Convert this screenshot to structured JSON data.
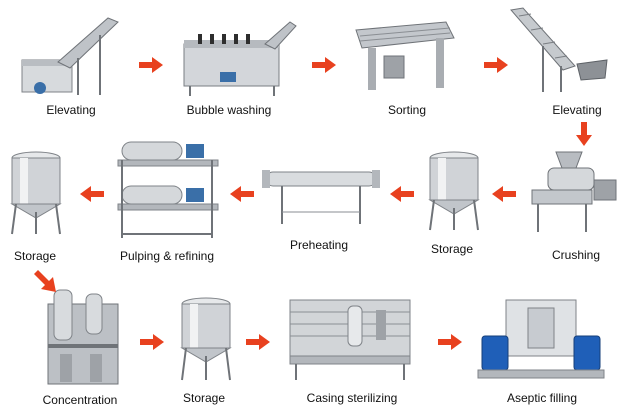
{
  "steps": [
    {
      "label": "Elevating"
    },
    {
      "label": "Bubble washing"
    },
    {
      "label": "Sorting"
    },
    {
      "label": "Elevating"
    },
    {
      "label": "Crushing"
    },
    {
      "label": "Storage"
    },
    {
      "label": "Preheating"
    },
    {
      "label": "Pulping & refining"
    },
    {
      "label": "Storage"
    },
    {
      "label": "Concentration"
    },
    {
      "label": "Storage"
    },
    {
      "label": "Casing sterilizing"
    },
    {
      "label": "Aseptic filling"
    }
  ],
  "colors": {
    "arrow": "#e8411f",
    "steel": "#c9ccd0",
    "steel_dark": "#8c9096",
    "motor": "#3a6fa8",
    "drum": "#1f5fb8"
  }
}
